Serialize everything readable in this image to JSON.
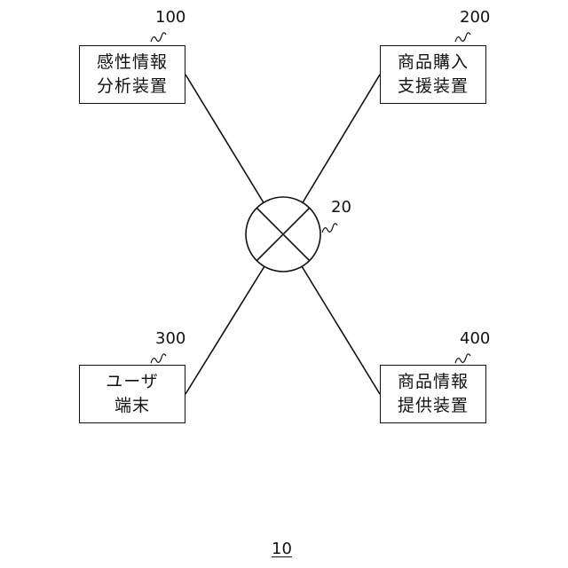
{
  "nodes": [
    {
      "id": "emotion-analysis",
      "line1": "感性情報",
      "line2": "分析装置",
      "ref": "100"
    },
    {
      "id": "purchase-support",
      "line1": "商品購入",
      "line2": "支援装置",
      "ref": "200"
    },
    {
      "id": "user-terminal",
      "line1": "ユーザ",
      "line2": "端末",
      "ref": "300"
    },
    {
      "id": "product-info",
      "line1": "商品情報",
      "line2": "提供装置",
      "ref": "400"
    }
  ],
  "network": {
    "ref": "20"
  },
  "figure_ref": "10"
}
